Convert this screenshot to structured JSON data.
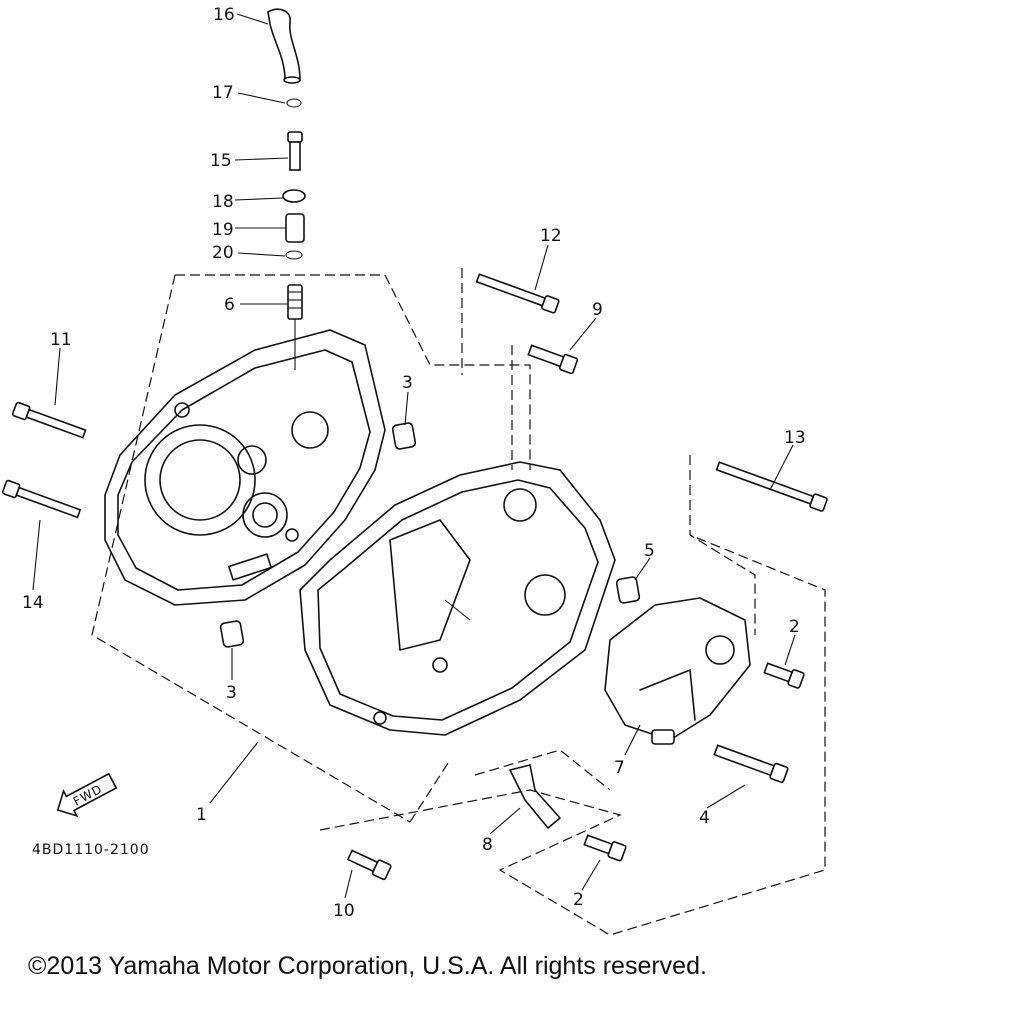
{
  "diagram": {
    "callouts": [
      "16",
      "17",
      "15",
      "18",
      "19",
      "20",
      "6",
      "11",
      "3",
      "12",
      "9",
      "13",
      "5",
      "2",
      "14",
      "3",
      "7",
      "4",
      "1",
      "8",
      "2",
      "10"
    ],
    "fwd_label": "FWD",
    "part_code": "4BD1110-2100"
  },
  "footer": {
    "copyright": "©2013 Yamaha Motor Corporation, U.S.A. All rights reserved."
  }
}
